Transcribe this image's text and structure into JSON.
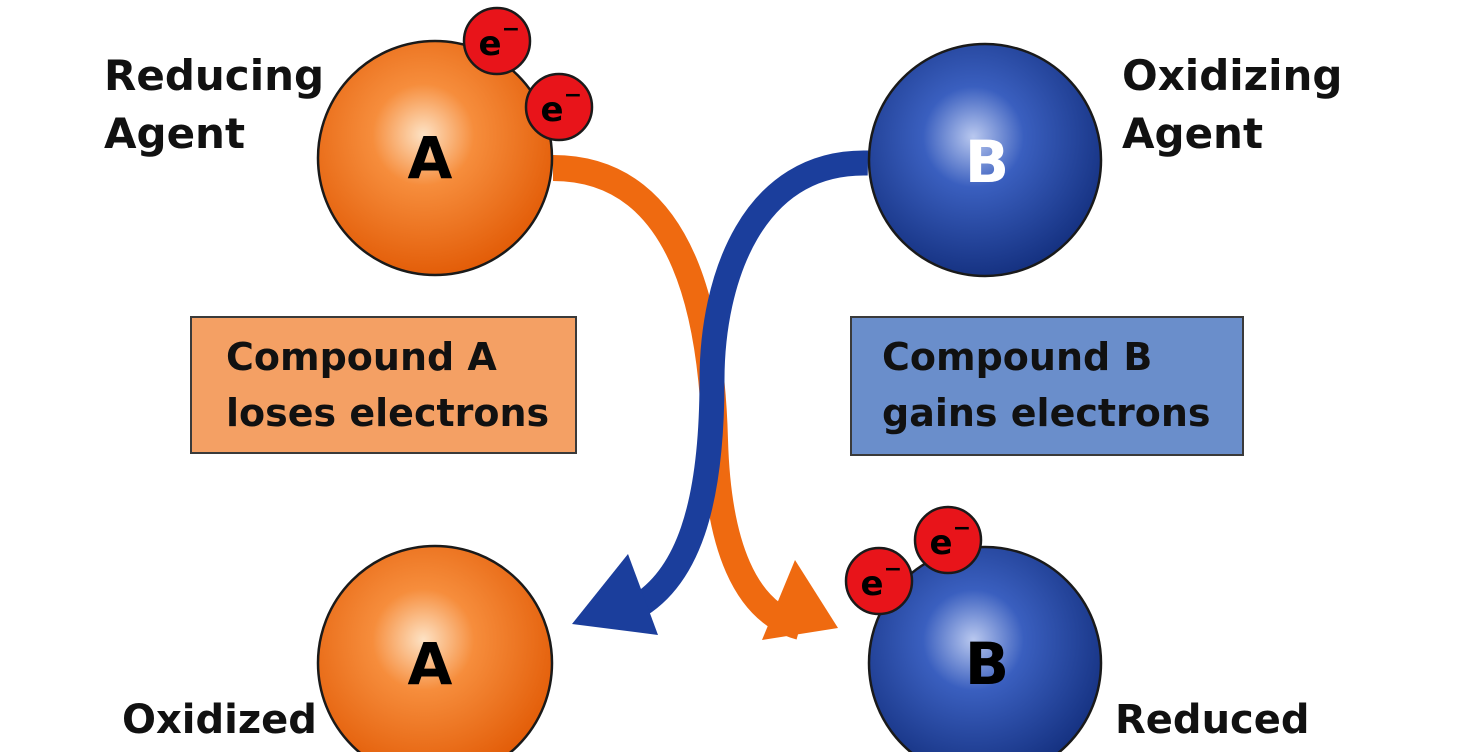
{
  "colors": {
    "compound_a": "#ef6a10",
    "compound_b": "#1b3e9c",
    "electron": "#e8141a",
    "box_a_fill": "#f4a064",
    "box_b_fill": "#6a8ecb"
  },
  "labels": {
    "reducing_line1": "Reducing",
    "reducing_line2": "Agent",
    "oxidizing_line1": "Oxidizing",
    "oxidizing_line2": "Agent",
    "oxidized": "Oxidized",
    "reduced": "Reduced"
  },
  "compounds": {
    "a_letter": "A",
    "b_letter": "B"
  },
  "electron": {
    "symbol": "e",
    "charge": "−"
  },
  "boxes": {
    "a_line1": "Compound A",
    "a_line2": "loses electrons",
    "b_line1": "Compound B",
    "b_line2": "gains electrons"
  }
}
